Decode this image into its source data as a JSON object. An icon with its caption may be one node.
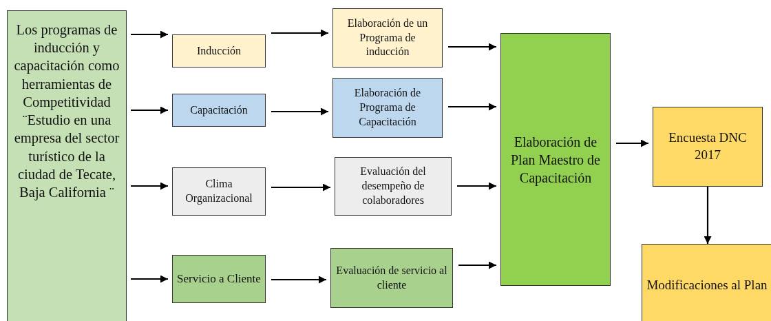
{
  "diagram": {
    "nodes": [
      {
        "text": [
          "Los programas de inducción y capacitación como herramientas de Competitividad ¨Estudio en una empresa del sector turístico de la ciudad de Tecate, Baja California ¨"
        ]
      },
      {
        "text": [
          "Inducción"
        ]
      },
      {
        "text": [
          "Elaboración de un Programa de inducción"
        ]
      },
      {
        "text": [
          "Capacitación"
        ]
      },
      {
        "text": [
          "Elaboración de Programa de Capacitación"
        ]
      },
      {
        "text": [
          "Clima Organizacional"
        ]
      },
      {
        "text": [
          "Evaluación del desempeño de colaboradores"
        ]
      },
      {
        "text": [
          "Servicio a Cliente"
        ]
      },
      {
        "text": [
          "Evaluación de servicio al cliente"
        ]
      },
      {
        "text": [
          "Elaboración de Plan Maestro de Capacitación"
        ]
      },
      {
        "text": [
          "Encuesta DNC 2017"
        ]
      },
      {
        "text": [
          "Modificaciones al Plan"
        ]
      }
    ],
    "edges": [
      {
        "from": 0,
        "to": 1,
        "arrow": "to"
      },
      {
        "from": 0,
        "to": 3,
        "arrow": "to"
      },
      {
        "from": 0,
        "to": 5,
        "arrow": "to"
      },
      {
        "from": 0,
        "to": 7,
        "arrow": "to"
      },
      {
        "from": 1,
        "to": 2,
        "arrow": "to"
      },
      {
        "from": 3,
        "to": 4,
        "arrow": "to"
      },
      {
        "from": 5,
        "to": 6,
        "arrow": "to"
      },
      {
        "from": 7,
        "to": 8,
        "arrow": "to"
      },
      {
        "from": 2,
        "to": 9,
        "arrow": "to"
      },
      {
        "from": 4,
        "to": 9,
        "arrow": "to"
      },
      {
        "from": 6,
        "to": 9,
        "arrow": "to"
      },
      {
        "from": 8,
        "to": 9,
        "arrow": "to"
      },
      {
        "from": 9,
        "to": 10,
        "arrow": "to"
      },
      {
        "from": 10,
        "to": 11,
        "arrow": "to"
      }
    ]
  }
}
